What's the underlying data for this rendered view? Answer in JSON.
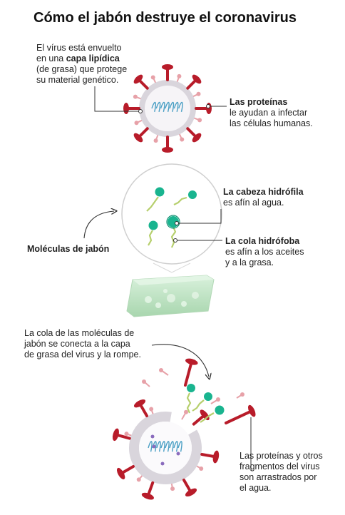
{
  "title": "Cómo el jabón destruye el coronavirus",
  "section1": {
    "lipid_line1": "El vírus está envuelto",
    "lipid_line2_pre": "en una ",
    "lipid_line2_bold": "capa lipídica",
    "lipid_line3": "(de grasa) que protege",
    "lipid_line4": "su material genético.",
    "proteins_title": "Las proteínas",
    "proteins_line1": "le ayudan a infectar",
    "proteins_line2": "las células humanas."
  },
  "section2": {
    "soap_molecules_label": "Moléculas de jabón",
    "head_title": "La cabeza hidrófila",
    "head_desc": "es afín al agua.",
    "tail_title": "La cola hidrófoba",
    "tail_desc1": "es afín a los aceites",
    "tail_desc2": "y a la grasa."
  },
  "section3": {
    "tail_line1": "La cola de las moléculas de",
    "tail_line2": "jabón se conecta a la capa",
    "tail_line3": "de grasa del virus y la rompe.",
    "frag_line1": "Las proteínas y otros",
    "frag_line2": "fragmentos del virus",
    "frag_line3": "son arrastrados por",
    "frag_line4": "el agua."
  },
  "colors": {
    "spike_red": "#b81c2a",
    "lipid_gray": "#d9d5dc",
    "lipid_pink": "#e7a1a8",
    "rna_blue": "#4a9fc4",
    "soap_head": "#19b48f",
    "soap_tail": "#b6cf6c",
    "soap_bar": "#bfe3c3"
  }
}
